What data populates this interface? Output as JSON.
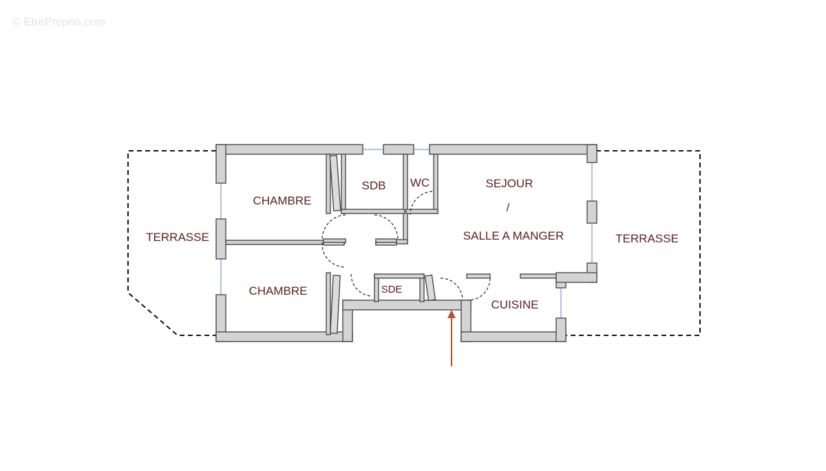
{
  "watermark": "© EtreProprio.com",
  "rooms": {
    "terrasse_left": "TERRASSE",
    "terrasse_right": "TERRASSE",
    "chambre_top": "CHAMBRE",
    "chambre_bottom": "CHAMBRE",
    "sdb": "SDB",
    "wc": "WC",
    "sejour_line1": "SEJOUR",
    "sejour_line2": "/",
    "sejour_line3": "SALLE A MANGER",
    "sde": "SDE",
    "cuisine": "CUISINE"
  },
  "colors": {
    "label": "#5b1e1e",
    "wall_fill": "#d4d4d4",
    "entrance_arrow": "#b5532a"
  }
}
